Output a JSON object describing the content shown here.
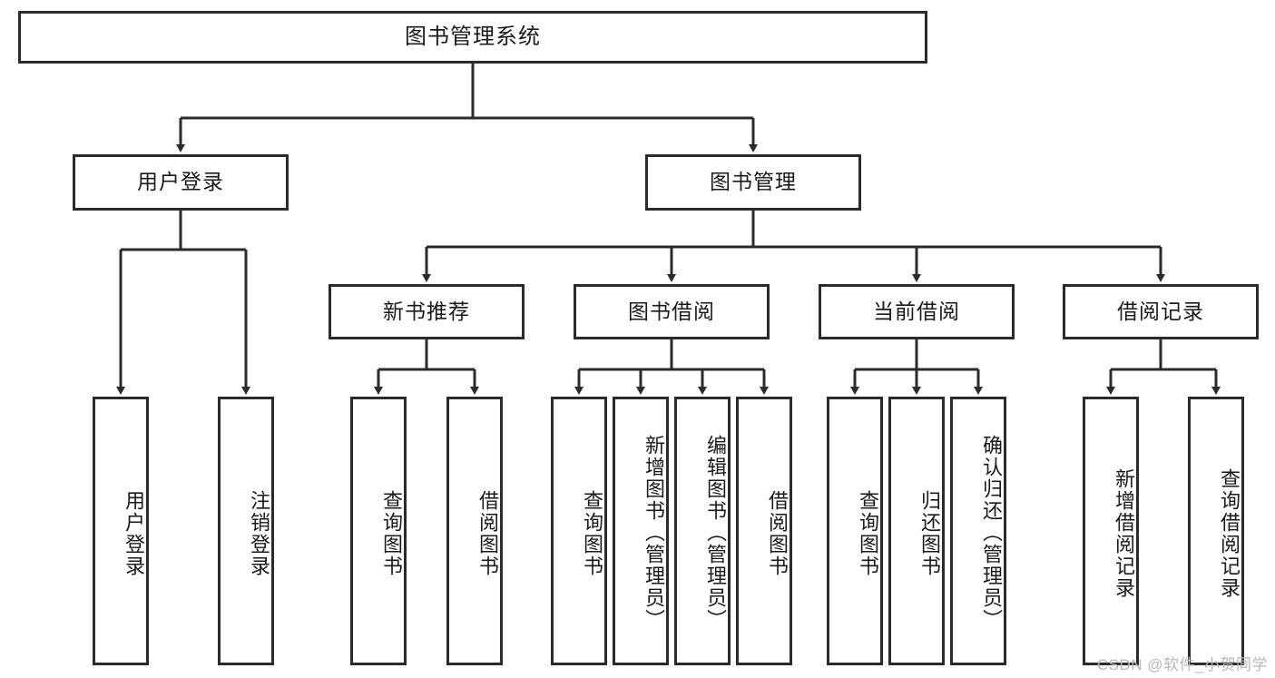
{
  "diagram": {
    "title": "图书管理系统",
    "type": "tree-hierarchy",
    "watermark": "CSDN @软件_小贺同学",
    "colors": {
      "box_border": "#2b2b2b",
      "box_fill": "#ffffff",
      "connector": "#2b2b2b",
      "text": "#1a1a1a",
      "watermark": "#b8b8b8"
    },
    "levels": {
      "level1": [
        {
          "id": "root",
          "label": "图书管理系统",
          "orientation": "horizontal"
        }
      ],
      "level2": [
        {
          "id": "user-login",
          "label": "用户登录",
          "orientation": "horizontal"
        },
        {
          "id": "book-management",
          "label": "图书管理",
          "orientation": "horizontal"
        }
      ],
      "level3": [
        {
          "id": "new-book-recommend",
          "label": "新书推荐",
          "orientation": "horizontal"
        },
        {
          "id": "book-borrow",
          "label": "图书借阅",
          "orientation": "horizontal"
        },
        {
          "id": "current-borrow",
          "label": "当前借阅",
          "orientation": "horizontal"
        },
        {
          "id": "borrow-record",
          "label": "借阅记录",
          "orientation": "horizontal"
        }
      ],
      "level4": [
        {
          "id": "leaf-user-login",
          "label": "用户登录",
          "parent": "user-login",
          "orientation": "vertical"
        },
        {
          "id": "leaf-logout-login",
          "label": "注销登录",
          "parent": "user-login",
          "orientation": "vertical"
        },
        {
          "id": "leaf-query-book-1",
          "label": "查询图书",
          "parent": "new-book-recommend",
          "orientation": "vertical"
        },
        {
          "id": "leaf-borrow-book-1",
          "label": "借阅图书",
          "parent": "new-book-recommend",
          "orientation": "vertical"
        },
        {
          "id": "leaf-query-book-2",
          "label": "查询图书",
          "parent": "book-borrow",
          "orientation": "vertical"
        },
        {
          "id": "leaf-add-book-admin",
          "label": "新增图书（管理员）",
          "parent": "book-borrow",
          "orientation": "vertical"
        },
        {
          "id": "leaf-edit-book-admin",
          "label": "编辑图书（管理员）",
          "parent": "book-borrow",
          "orientation": "vertical"
        },
        {
          "id": "leaf-borrow-book-2",
          "label": "借阅图书",
          "parent": "book-borrow",
          "orientation": "vertical"
        },
        {
          "id": "leaf-query-book-3",
          "label": "查询图书",
          "parent": "current-borrow",
          "orientation": "vertical"
        },
        {
          "id": "leaf-return-book",
          "label": "归还图书",
          "parent": "current-borrow",
          "orientation": "vertical"
        },
        {
          "id": "leaf-confirm-return-admin",
          "label": "确认归还（管理员）",
          "parent": "current-borrow",
          "orientation": "vertical"
        },
        {
          "id": "leaf-add-borrow-record",
          "label": "新增借阅记录",
          "parent": "borrow-record",
          "orientation": "vertical"
        },
        {
          "id": "leaf-query-borrow-record",
          "label": "查询借阅记录",
          "parent": "borrow-record",
          "orientation": "vertical"
        }
      ]
    }
  }
}
